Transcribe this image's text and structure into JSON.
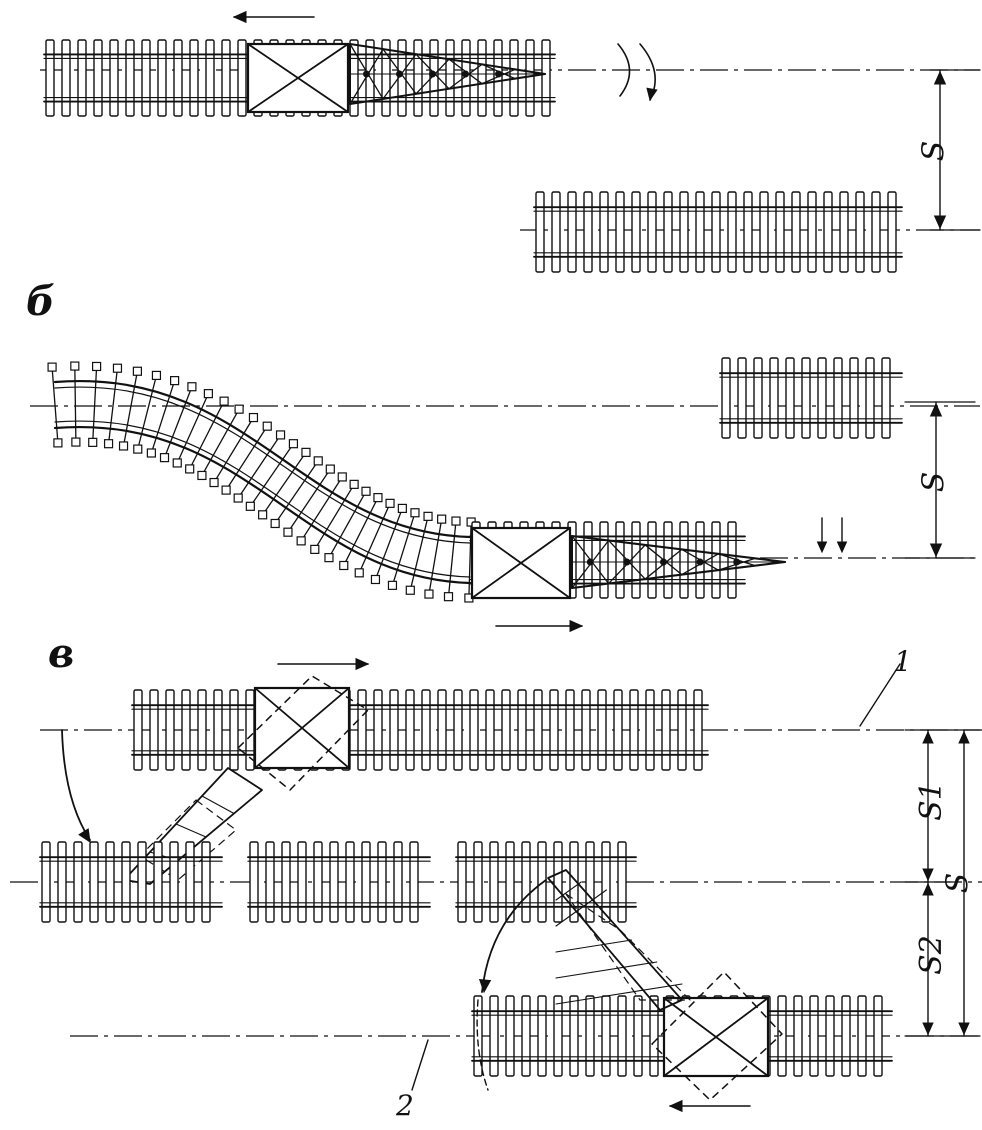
{
  "labels": {
    "panel_b": "б",
    "panel_v": "в",
    "dim_S": "S",
    "dim_S1": "S1",
    "dim_S2": "S2",
    "callout_1": "1",
    "callout_2": "2"
  },
  "colors": {
    "ink": "#111111",
    "paper": "#ffffff"
  }
}
